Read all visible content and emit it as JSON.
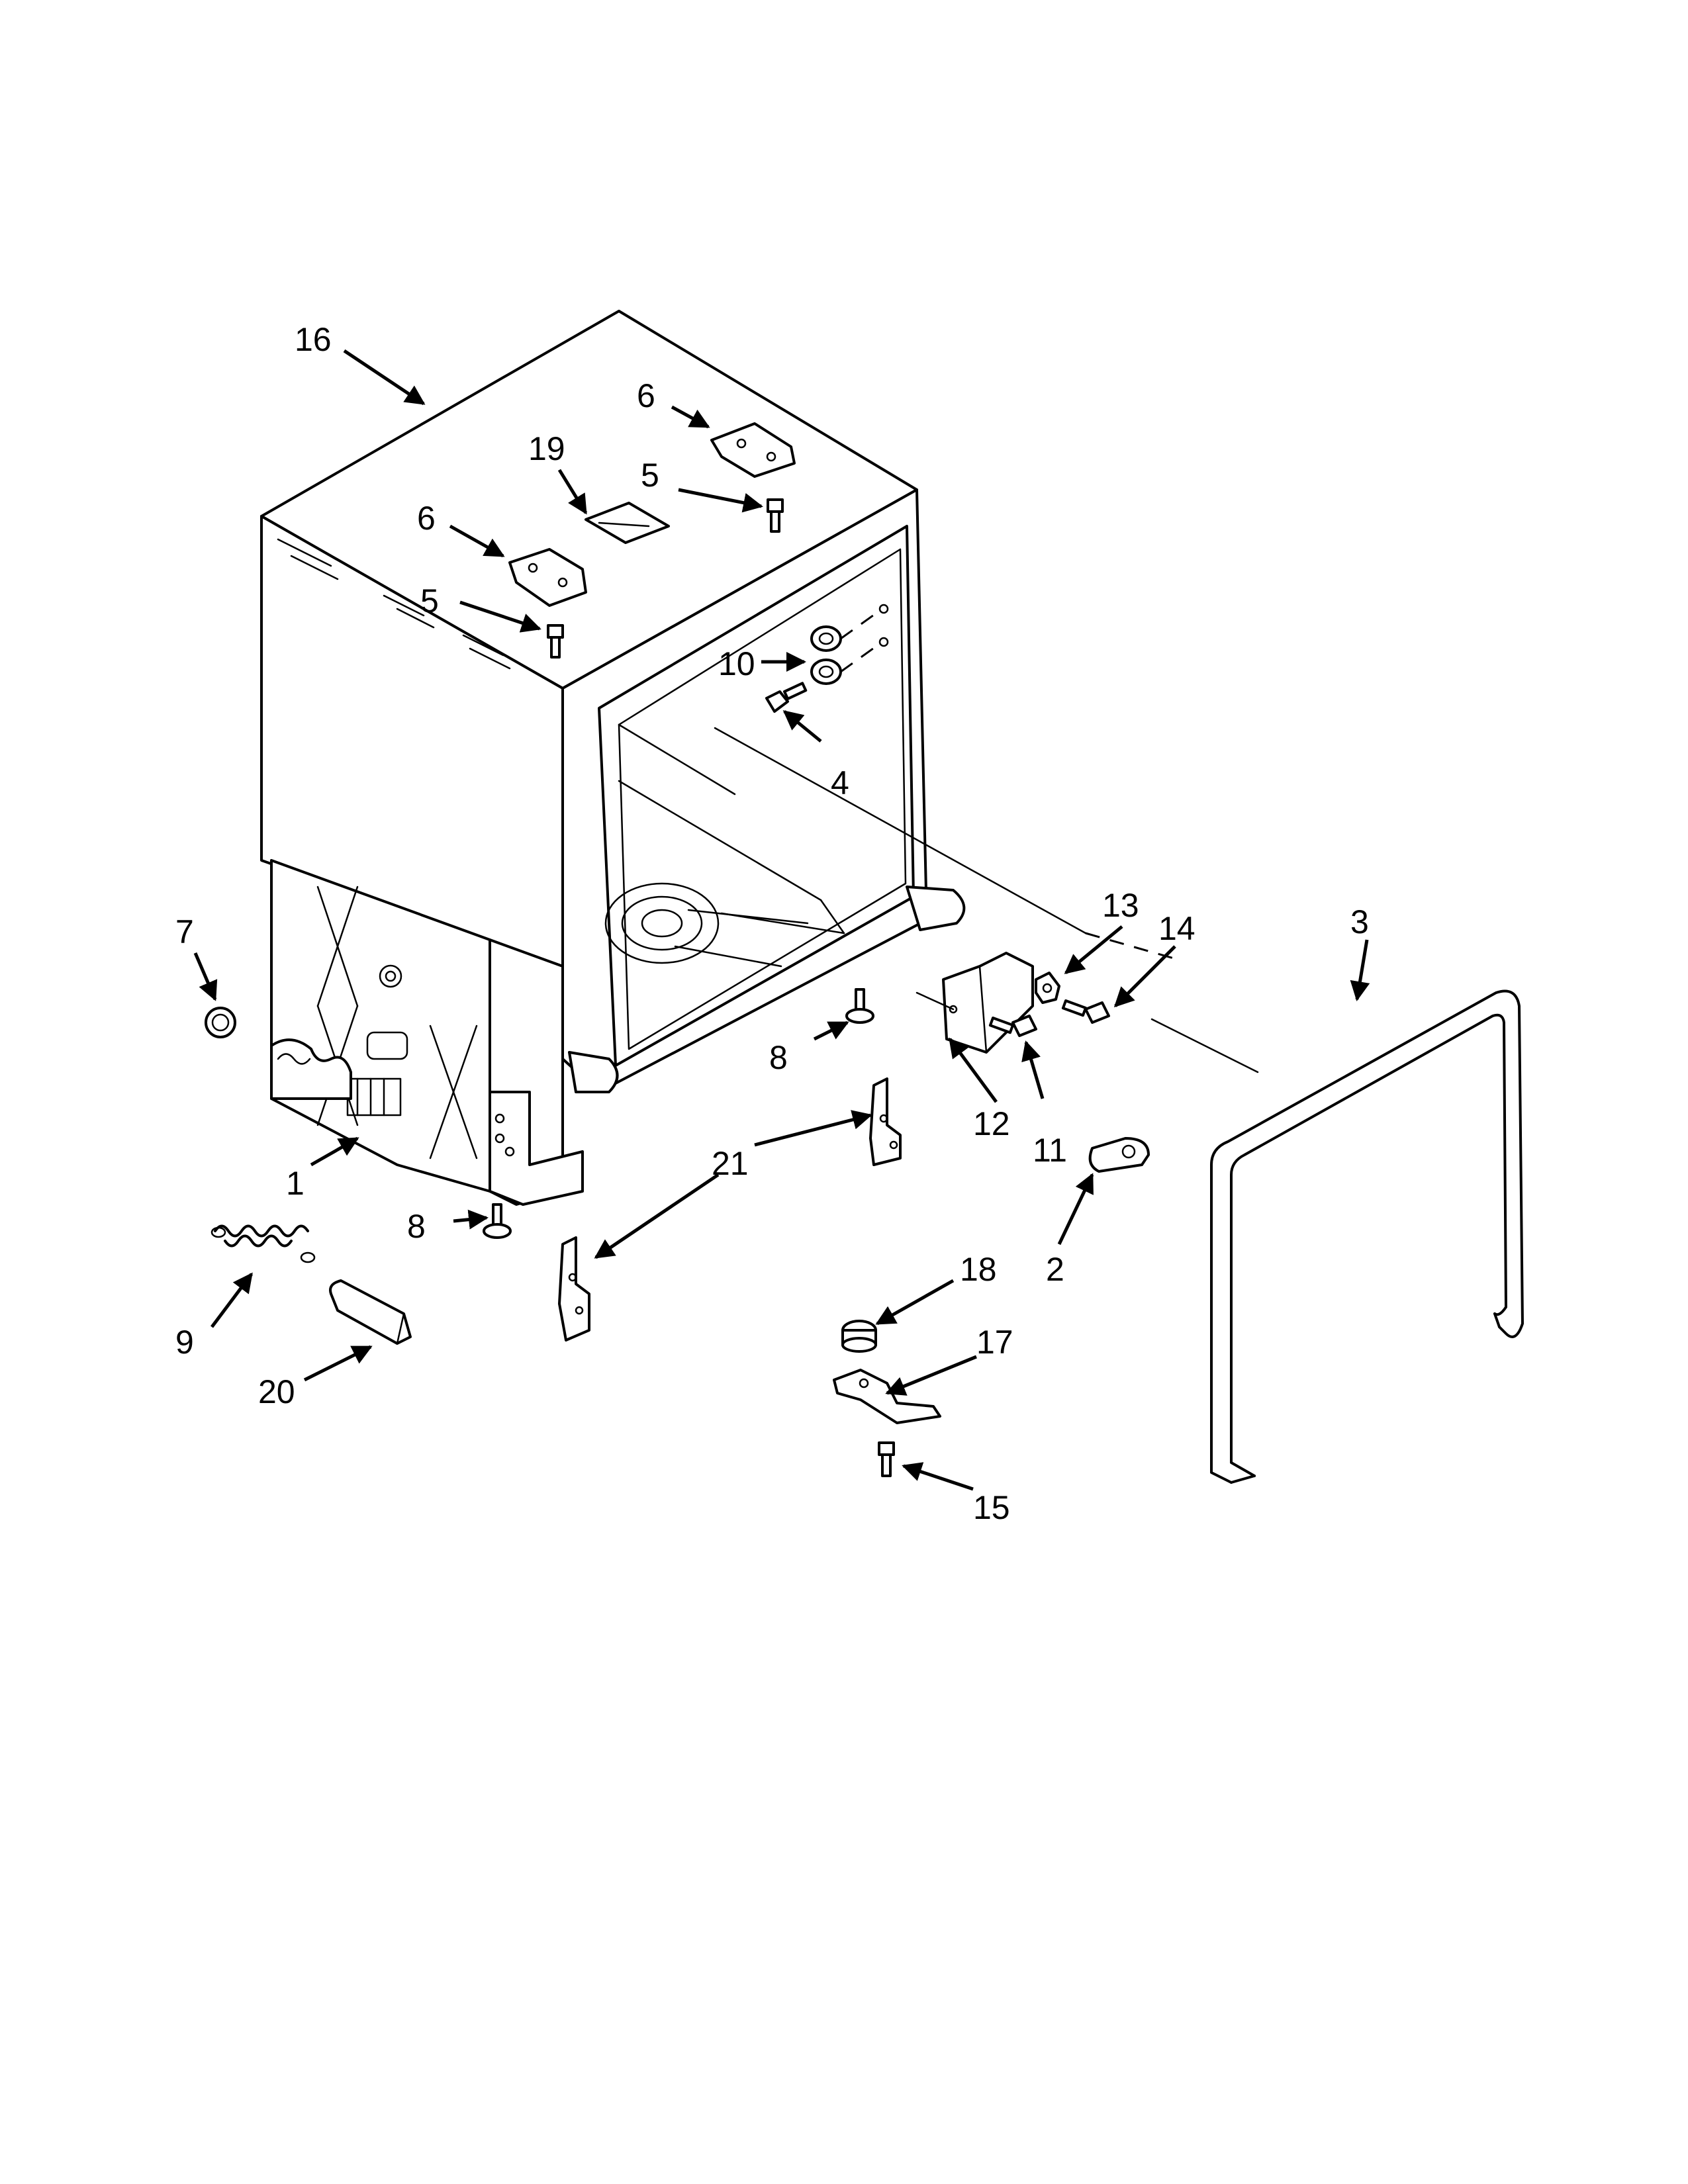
{
  "colors": {
    "ink": "#000000",
    "paper": "#ffffff"
  },
  "callouts": [
    {
      "id": "tub-16",
      "label": "16"
    },
    {
      "id": "hinge-6a",
      "label": "6"
    },
    {
      "id": "screw-5a",
      "label": "5"
    },
    {
      "id": "clip-19",
      "label": "19"
    },
    {
      "id": "hinge-6b",
      "label": "6"
    },
    {
      "id": "screw-5b",
      "label": "5"
    },
    {
      "id": "wheel-10",
      "label": "10"
    },
    {
      "id": "screw-4",
      "label": "4"
    },
    {
      "id": "plug-7",
      "label": "7"
    },
    {
      "id": "frame-1",
      "label": "1"
    },
    {
      "id": "leveler-8a",
      "label": "8"
    },
    {
      "id": "leveler-8b",
      "label": "8"
    },
    {
      "id": "bracket-13",
      "label": "13"
    },
    {
      "id": "screw-14",
      "label": "14"
    },
    {
      "id": "gasket-3",
      "label": "3"
    },
    {
      "id": "shield-12",
      "label": "12"
    },
    {
      "id": "screw-11",
      "label": "11"
    },
    {
      "id": "strike-2",
      "label": "2"
    },
    {
      "id": "bracket-21",
      "label": "21"
    },
    {
      "id": "spring-9",
      "label": "9"
    },
    {
      "id": "cover-20",
      "label": "20"
    },
    {
      "id": "thermostat-18",
      "label": "18"
    },
    {
      "id": "bracket-17",
      "label": "17"
    },
    {
      "id": "screw-15",
      "label": "15"
    }
  ]
}
